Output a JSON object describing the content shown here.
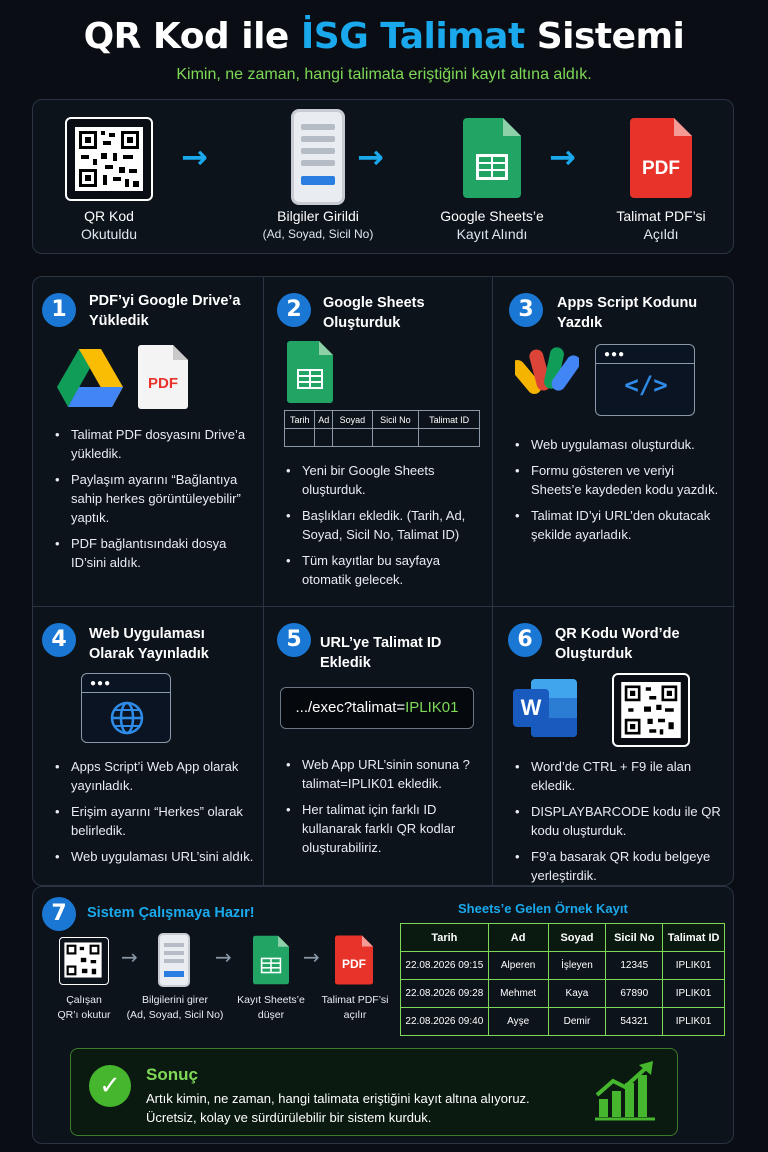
{
  "header": {
    "title_pre": "QR Kod ile ",
    "title_hl": "İSG Talimat",
    "title_post": " Sistemi",
    "subtitle": "Kimin, ne zaman, hangi talimata eriştiğini kayıt altına aldık."
  },
  "flow": [
    {
      "label": "QR Kod",
      "label2": "Okutuldu",
      "icon": "qr-code-icon"
    },
    {
      "label": "Bilgiler Girildi",
      "label2": "(Ad, Soyad, Sicil No)",
      "icon": "phone-form-icon"
    },
    {
      "label": "Google Sheets’e",
      "label2": "Kayıt Alındı",
      "icon": "google-sheets-icon"
    },
    {
      "label": "Talimat PDF’si",
      "label2": "Açıldı",
      "icon": "pdf-icon"
    }
  ],
  "steps": [
    {
      "num": "1",
      "title1": "PDF’yi Google Drive’a",
      "title2": "Yükledik",
      "bullets": [
        "Talimat PDF dosyasını Drive’a yükledik.",
        "Paylaşım ayarını “Bağlantıya sahip herkes görüntüleyebilir” yaptık.",
        "PDF bağlantısındaki dosya ID’sini aldık."
      ]
    },
    {
      "num": "2",
      "title1": "Google Sheets",
      "title2": "Oluşturduk",
      "table_headers": [
        "Tarih",
        "Ad",
        "Soyad",
        "Sicil No",
        "Talimat ID"
      ],
      "bullets": [
        "Yeni bir Google Sheets oluşturduk.",
        "Başlıkları ekledik. (Tarih, Ad, Soyad, Sicil No, Talimat ID)",
        "Tüm kayıtlar bu sayfaya otomatik gelecek."
      ]
    },
    {
      "num": "3",
      "title1": "Apps Script Kodunu",
      "title2": "Yazdık",
      "code_glyph": "</>",
      "bullets": [
        "Web uygulaması oluşturduk.",
        "Formu gösteren ve veriyi Sheets’e kaydeden kodu yazdık.",
        "Talimat ID’yi URL’den okutacak şekilde ayarladık."
      ]
    },
    {
      "num": "4",
      "title1": "Web Uygulaması",
      "title2": "Olarak Yayınladık",
      "bullets": [
        "Apps Script’i Web App olarak yayınladık.",
        "Erişim ayarını “Herkes” olarak belirledik.",
        "Web uygulaması URL’sini aldık."
      ]
    },
    {
      "num": "5",
      "title1": "URL’ye Talimat ID Ekledik",
      "title2": "",
      "code_pre": ".../exec?talimat=",
      "code_val": "IPLIK01",
      "bullets": [
        "Web App URL’sinin sonuna ?talimat=IPLIK01 ekledik.",
        "Her talimat için farklı ID kullanarak farklı QR kodlar oluşturabiliriz."
      ]
    },
    {
      "num": "6",
      "title1": "QR Kodu Word’de",
      "title2": "Oluşturduk",
      "bullets": [
        "Word’de CTRL + F9 ile alan ekledik.",
        "DISPLAYBARCODE kodu ile QR kodu oluşturduk.",
        "F9’a basarak QR kodu belgeye yerleştirdik."
      ]
    }
  ],
  "step7": {
    "num": "7",
    "title": "Sistem Çalışmaya Hazır!",
    "flow": [
      {
        "l1": "Çalışan",
        "l2": "QR’ı okutur"
      },
      {
        "l1": "Bilgilerini girer",
        "l2": "(Ad, Soyad, Sicil No)"
      },
      {
        "l1": "Kayıt Sheets’e",
        "l2": "düşer"
      },
      {
        "l1": "Talimat PDF’si",
        "l2": "açılır"
      }
    ],
    "sheet_title": "Sheets’e Gelen Örnek Kayıt",
    "columns": [
      "Tarih",
      "Ad",
      "Soyad",
      "Sicil No",
      "Talimat ID"
    ],
    "rows": [
      [
        "22.08.2026 09:15",
        "Alperen",
        "İşleyen",
        "12345",
        "IPLIK01"
      ],
      [
        "22.08.2026 09:28",
        "Mehmet",
        "Kaya",
        "67890",
        "IPLIK01"
      ],
      [
        "22.08.2026 09:40",
        "Ayşe",
        "Demir",
        "54321",
        "IPLIK01"
      ]
    ]
  },
  "result": {
    "title": "Sonuç",
    "line1": "Artık kimin, ne zaman, hangi talimata eriştiğini kayıt altına alıyoruz.",
    "line2": "Ücretsiz, kolay ve sürdürülebilir bir sistem kurduk."
  },
  "icons": {
    "pdf_text": "PDF",
    "word_text": "W"
  },
  "colors": {
    "accent_blue": "#1aa9ec",
    "accent_green": "#7ed957",
    "step_blue": "#1a78d4",
    "pdf_red": "#e8332a",
    "sheets_green": "#21a464"
  }
}
